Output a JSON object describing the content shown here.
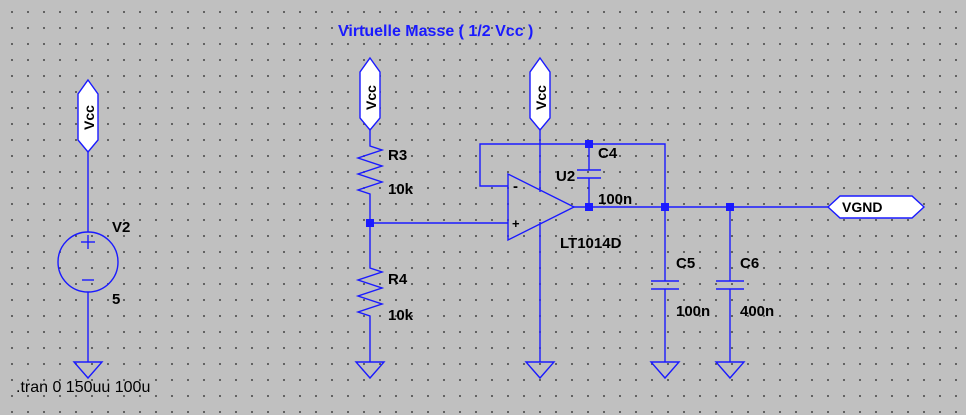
{
  "title": "Virtuelle Masse ( 1/2 Vcc )",
  "source": {
    "ref": "V2",
    "value": "5"
  },
  "resistors": [
    {
      "ref": "R3",
      "value": "10k"
    },
    {
      "ref": "R4",
      "value": "10k"
    }
  ],
  "opamp": {
    "ref": "U2",
    "part": "LT1014D",
    "minus": "-",
    "plus": "+"
  },
  "capacitors": [
    {
      "ref": "C4",
      "value": "100n"
    },
    {
      "ref": "C5",
      "value": "100n"
    },
    {
      "ref": "C6",
      "value": "400n"
    }
  ],
  "net_labels": {
    "vcc": "Vcc",
    "output": "VGND"
  },
  "directive": ".tran 0 150uu 100u"
}
